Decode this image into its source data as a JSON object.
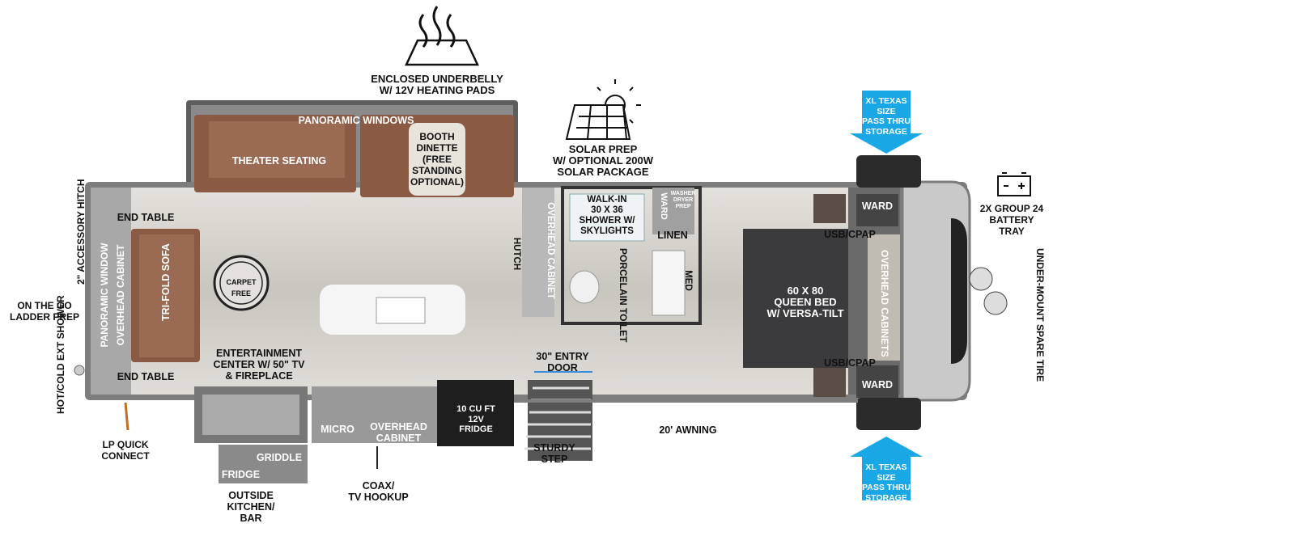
{
  "colors": {
    "outline": "#8c8c8c",
    "wall": "#7d7d7d",
    "floor": "#d3d0cb",
    "sofa": "#8a5a44",
    "bed": "#3b3b3d",
    "blue_arrow": "#1aa7e6",
    "dark": "#2b2b2b"
  },
  "icons": [
    "heating-pad-icon",
    "solar-panel-icon",
    "battery-icon",
    "carpet-free-badge-icon"
  ],
  "labels": {
    "enclosed_underbelly": "ENCLOSED UNDERBELLY\nW/ 12V HEATING PADS",
    "panoramic_windows": "PANORAMIC WINDOWS",
    "theater_seating": "THEATER SEATING",
    "booth_dinette": "BOOTH\nDINETTE\n(FREE\nSTANDING\nOPTIONAL)",
    "solar_prep": "SOLAR PREP\nW/ OPTIONAL 200W\nSOLAR PACKAGE",
    "xl_storage_top": "XL TEXAS SIZE\nPASS THRU\nSTORAGE",
    "xl_storage_bottom": "XL TEXAS SIZE\nPASS THRU\nSTORAGE",
    "battery_tray": "2X GROUP 24\nBATTERY\nTRAY",
    "spare_tire": "UNDER-MOUNT\nSPARE TIRE",
    "accessory_hitch": "2\" ACCESSORY\nHITCH",
    "ladder_prep": "ON THE GO\nLADDER PREP",
    "ext_shower": "HOT/COLD\nEXT SHOWER",
    "lp_quick_connect": "LP QUICK\nCONNECT",
    "end_table_top": "END TABLE",
    "end_table_bottom": "END TABLE",
    "panoramic_window": "PANORAMIC WINDOW",
    "overhead_cabinet_left": "OVERHEAD CABINET",
    "tri_fold_sofa": "TRI-FOLD\nSOFA",
    "carpet_free": "CARPET FREE",
    "entertainment_center": "ENTERTAINMENT\nCENTER W/ 50\" TV\n& FIREPLACE",
    "hutch": "HUTCH",
    "overhead_cabinet_mid": "OVERHEAD CABINET",
    "walk_in_shower": "WALK-IN\n30 X 36\nSHOWER W/\nSKYLIGHTS",
    "ward_small": "WARD",
    "washer_dryer_prep": "WASHER\nDRYER\nPREP",
    "linen": "LINEN",
    "porcelain_toilet": "PORCELAIN\nTOILET",
    "med": "MED",
    "entry_door": "30\" ENTRY\nDOOR",
    "micro": "MICRO",
    "overhead_cabinet_bottom": "OVERHEAD\nCABINET",
    "fridge_inside": "10 CU FT\n12V\nFRIDGE",
    "sturdy_step": "STURDY\nSTEP",
    "awning": "20' AWNING",
    "griddle": "GRIDDLE",
    "fridge_outside": "FRIDGE",
    "outside_kitchen": "OUTSIDE\nKITCHEN/\nBAR",
    "coax": "COAX/\nTV HOOKUP",
    "usb_cpap_top": "USB/CPAP",
    "usb_cpap_bottom": "USB/CPAP",
    "queen_bed": "60 X 80\nQUEEN BED\nW/ VERSA-TILT",
    "overhead_cabinets_right": "OVERHEAD\nCABINETS",
    "ward_top": "WARD",
    "ward_bottom": "WARD"
  }
}
